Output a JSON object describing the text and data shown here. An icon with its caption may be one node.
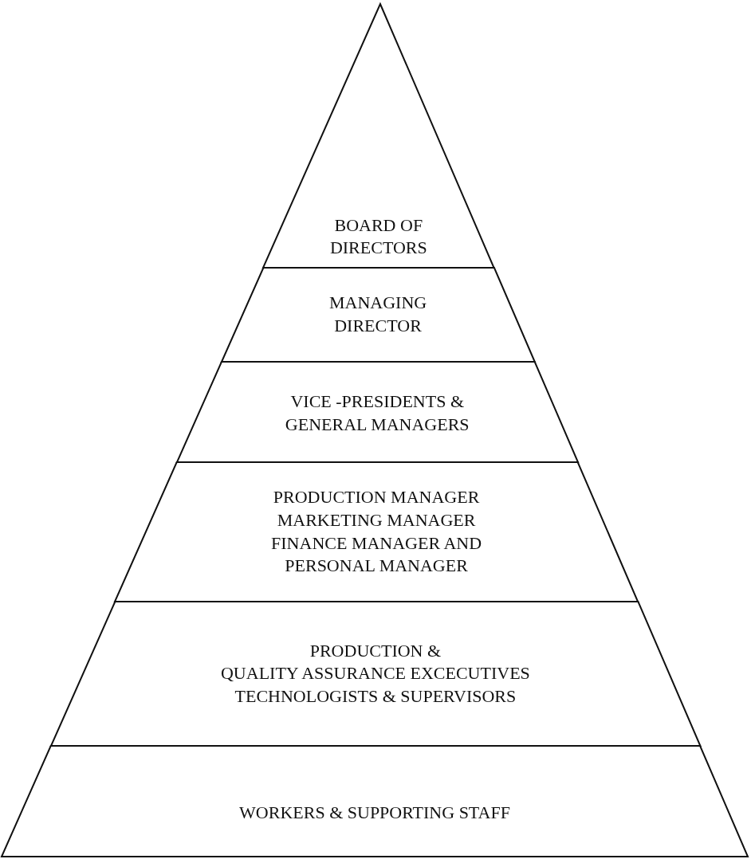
{
  "diagram": {
    "nodes": [
      {
        "text": [
          "BOARD OF DIRECTORS"
        ]
      },
      {
        "text": [
          "MANAGING DIRECTOR"
        ]
      },
      {
        "text": [
          "VICE -PRESIDENTS & GENERAL MANAGERS"
        ]
      },
      {
        "text": [
          "PRODUCTION MANAGER",
          "MARKETING MANAGER",
          "FINANCE MANAGER AND",
          "PERSONAL MANAGER"
        ]
      },
      {
        "text": [
          "PRODUCTION &",
          "QUALITY ASSURANCE EXCECUTIVES",
          "TECHNOLOGISTS & SUPERVISORS"
        ]
      },
      {
        "text": [
          "WORKERS & SUPPORTING STAFF"
        ]
      }
    ]
  }
}
